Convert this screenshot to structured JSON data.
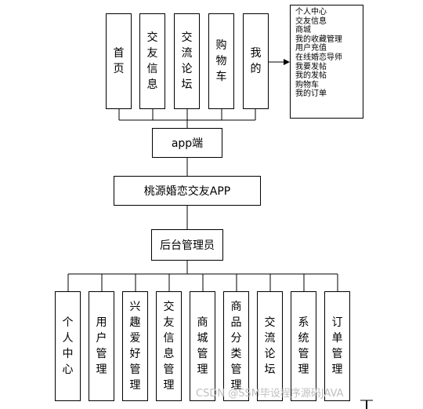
{
  "top_modules": [
    "首页",
    "交友信息",
    "交流论坛",
    "购物车",
    "我的"
  ],
  "mine_menu": [
    "个人中心",
    "交友信息",
    "商城",
    "我的收藏管理",
    "用户充值",
    "在线婚恋导师",
    "我要发帖",
    "我的发帖",
    "购物车",
    "我的订单"
  ],
  "app_client": "app端",
  "app_name": "桃源婚恋交友APP",
  "admin": "后台管理员",
  "admin_modules": [
    "个人中心",
    "用户管理",
    "兴趣爱好管理",
    "交友信息管理",
    "商城管理",
    "商品分类管理",
    "交流论坛",
    "系统管理",
    "订单管理"
  ],
  "watermark": "CSDN @SSM毕设程序源码JAVA"
}
